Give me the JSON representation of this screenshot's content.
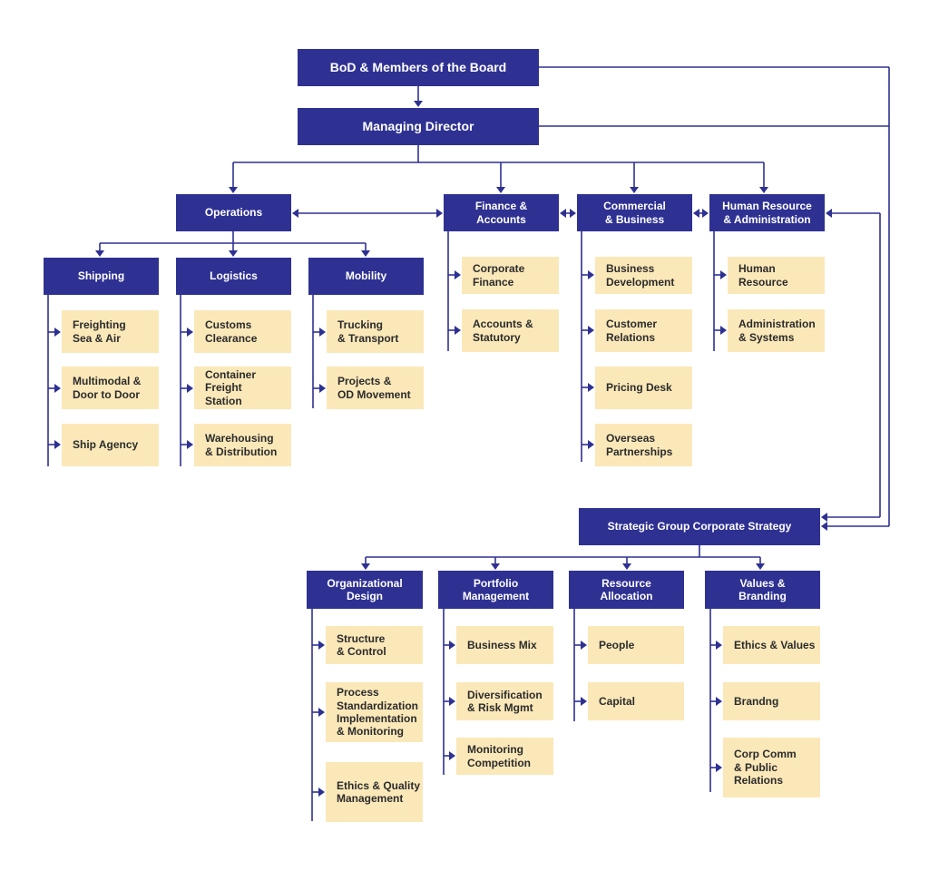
{
  "colors": {
    "primary": "#2e3192",
    "card": "#fbe8b9",
    "card_text": "#2b2b2b",
    "box_text": "#ffffff",
    "background": "#ffffff"
  },
  "top": {
    "board": "BoD & Members of the Board",
    "md": "Managing Director"
  },
  "divisions": {
    "operations": "Operations",
    "finance": "Finance &\nAccounts",
    "commercial": "Commercial\n& Business",
    "hr": "Human Resource\n& Administration"
  },
  "operations_units": {
    "shipping": "Shipping",
    "logistics": "Logistics",
    "mobility": "Mobility"
  },
  "items": {
    "shipping": [
      "Freighting\nSea & Air",
      "Multimodal &\nDoor to Door",
      "Ship Agency"
    ],
    "logistics": [
      "Customs\nClearance",
      "Container\nFreight\nStation",
      "Warehousing\n& Distribution"
    ],
    "mobility": [
      "Trucking\n& Transport",
      "Projects &\nOD Movement"
    ],
    "finance": [
      "Corporate\nFinance",
      "Accounts &\nStatutory"
    ],
    "commercial": [
      "Business\nDevelopment",
      "Customer\nRelations",
      "Pricing Desk",
      "Overseas\nPartnerships"
    ],
    "hr": [
      "Human\nResource",
      "Administration\n& Systems"
    ]
  },
  "strategy": {
    "title": "Strategic Group Corporate Strategy",
    "groups": {
      "org": "Organizational\nDesign",
      "portfolio": "Portfolio\nManagement",
      "resource": "Resource\nAllocation",
      "values": "Values &\nBranding"
    },
    "items": {
      "org": [
        "Structure\n& Control",
        "Process\nStandardization\nImplementation\n& Monitoring",
        "Ethics & Quality\nManagement"
      ],
      "portfolio": [
        "Business Mix",
        "Diversification\n& Risk Mgmt",
        "Monitoring\nCompetition"
      ],
      "resource": [
        "People",
        "Capital"
      ],
      "values": [
        "Ethics & Values",
        "Brandng",
        "Corp Comm\n& Public\nRelations"
      ]
    }
  }
}
